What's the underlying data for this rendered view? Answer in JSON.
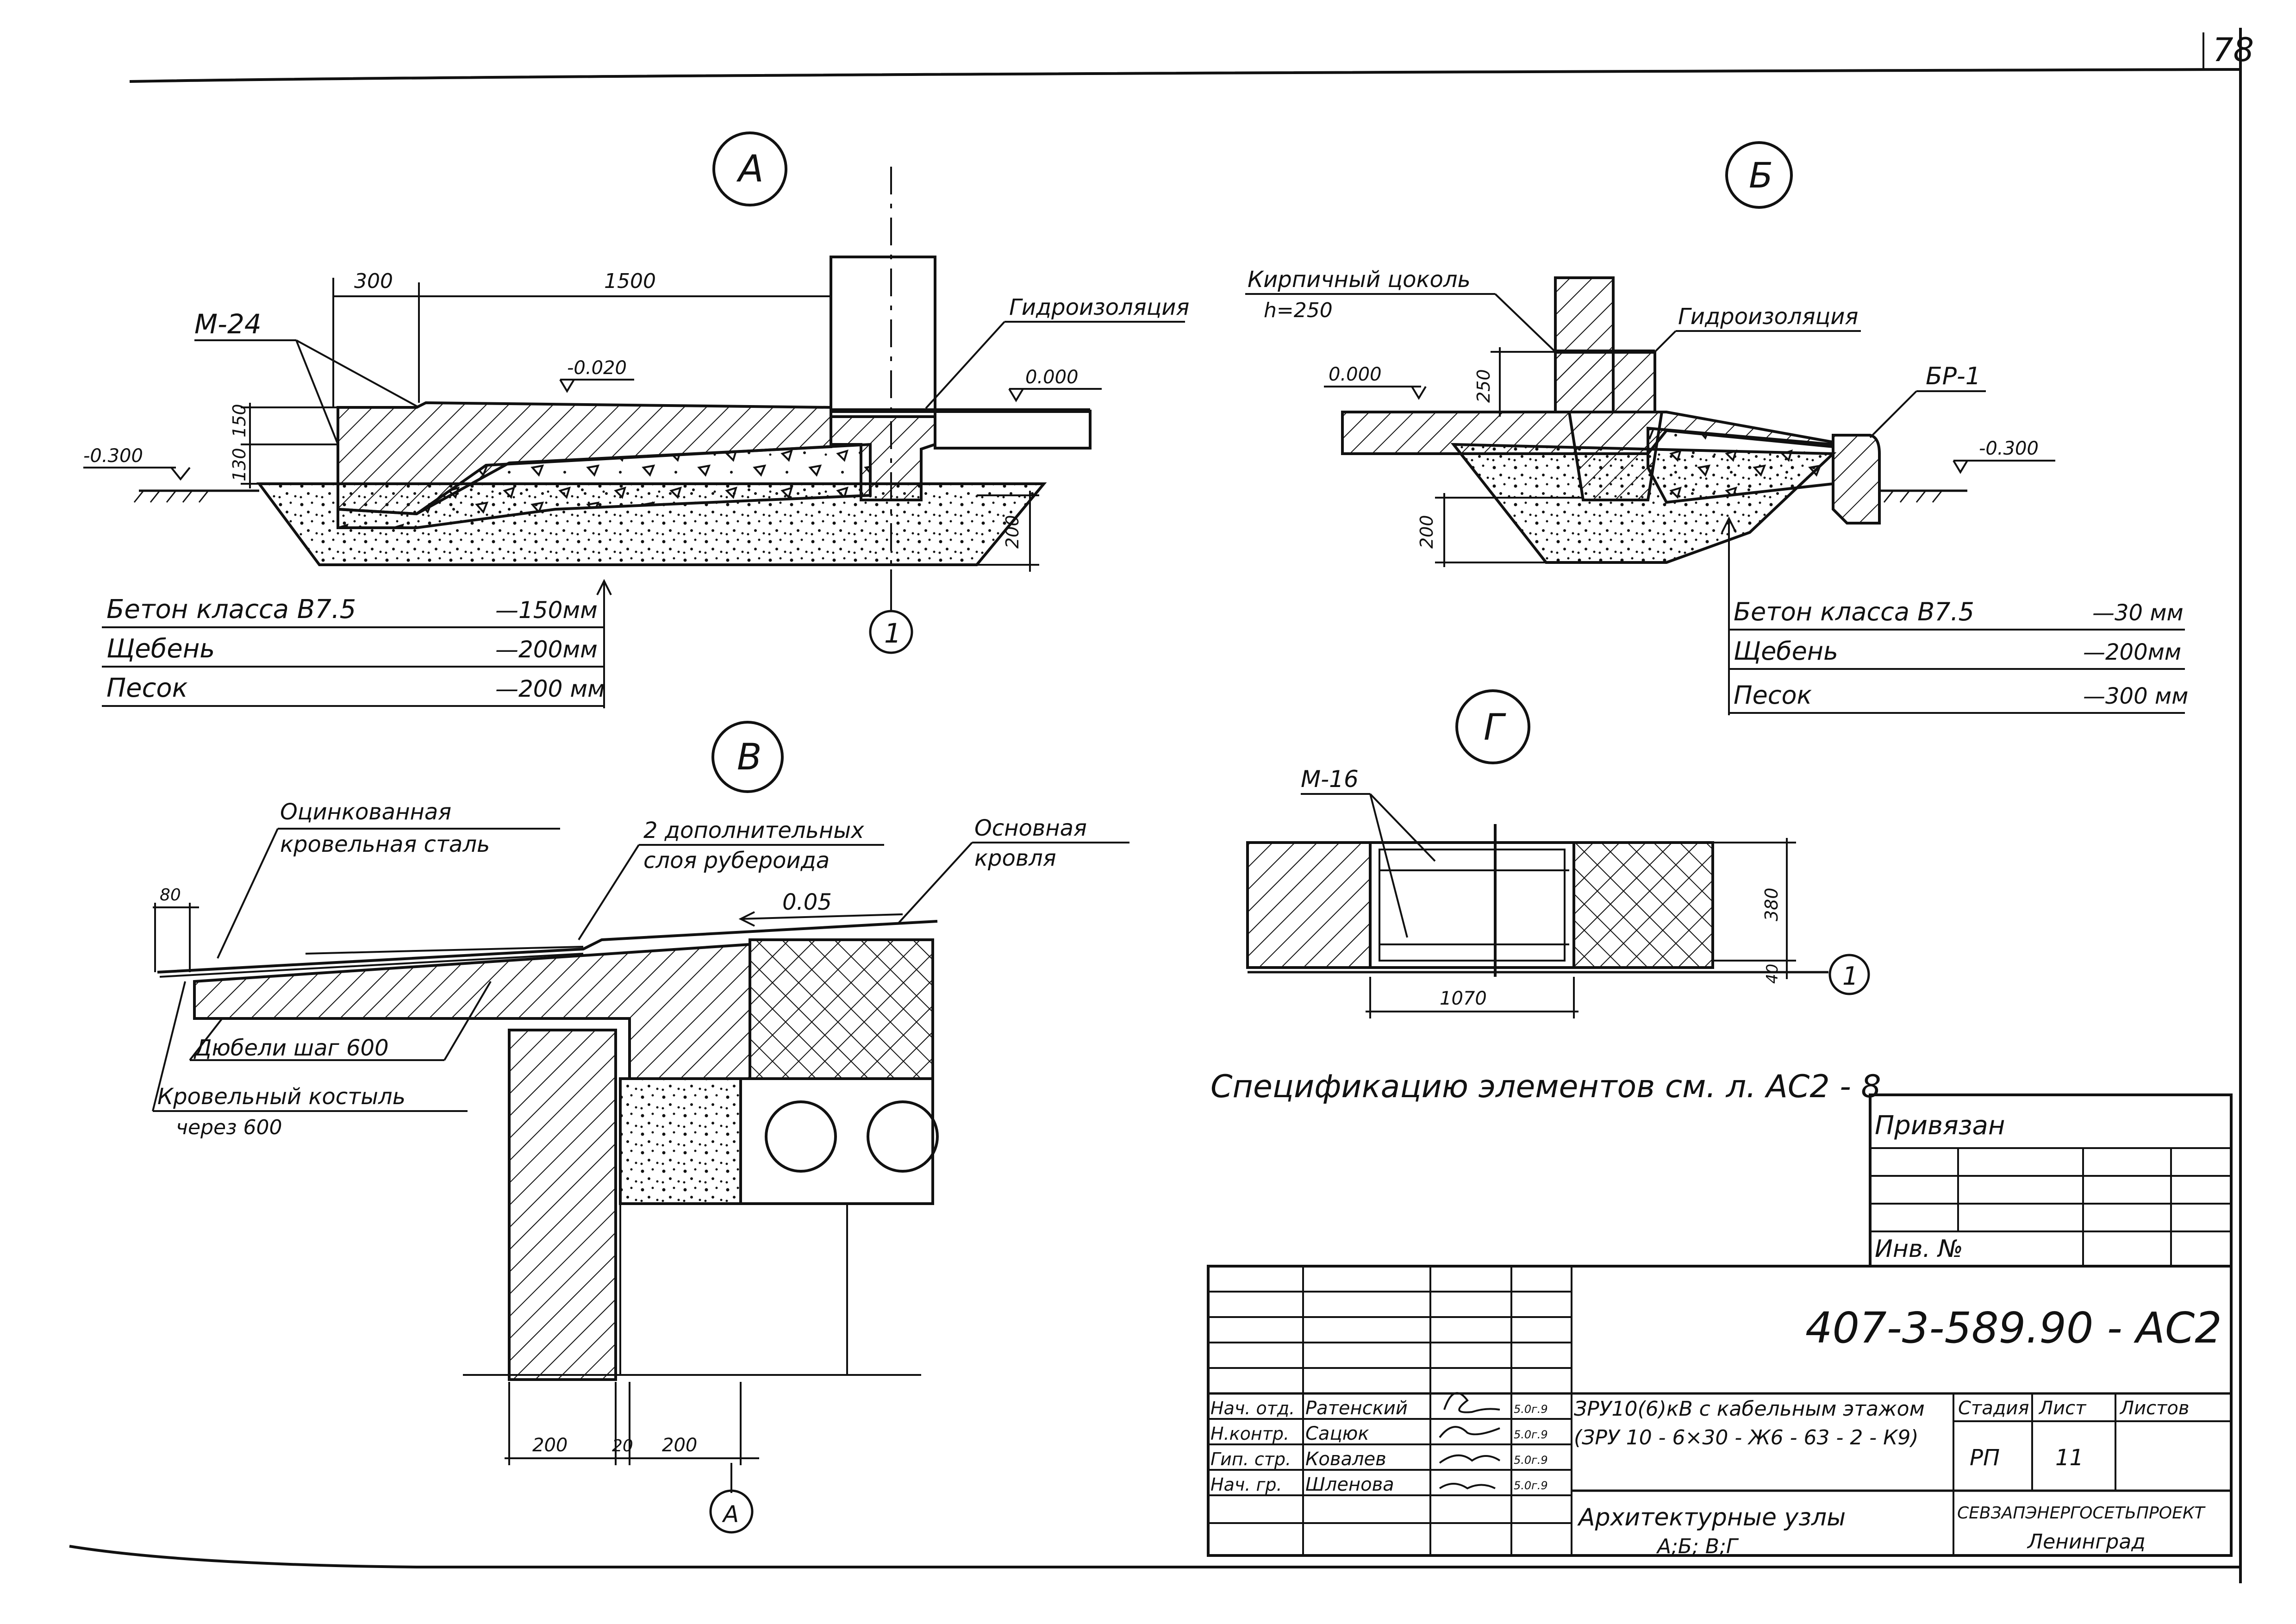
{
  "sheet": {
    "page_number": "78",
    "spec_note": "Спецификацию элементов см. л. АС2 - 8"
  },
  "detail_a": {
    "label": "А",
    "axis": "1",
    "mark": "М-24",
    "hydro": "Гидроизоляция",
    "lev_m0300": "-0.300",
    "lev_m0020": "-0.020",
    "lev_0000": "0.000",
    "dim_300": "300",
    "dim_1500": "1500",
    "dim_150": "150",
    "dim_130": "130",
    "dim_200": "200",
    "layers": [
      {
        "name": "Бетон класса В7.5",
        "value": "—150мм"
      },
      {
        "name": "Щебень",
        "value": "—200мм"
      },
      {
        "name": "Песок",
        "value": "—200 мм"
      }
    ]
  },
  "detail_b": {
    "label": "Б",
    "plinth_1": "Кирпичный цоколь",
    "plinth_2": "h=250",
    "hydro": "Гидроизоляция",
    "curb": "БР-1",
    "lev_0000": "0.000",
    "lev_m0300": "-0.300",
    "dim_250": "250",
    "dim_200": "200",
    "layers": [
      {
        "name": "Бетон класса В7.5",
        "value": "—30 мм"
      },
      {
        "name": "Щебень",
        "value": "—200мм"
      },
      {
        "name": "Песок",
        "value": "—300 мм"
      }
    ]
  },
  "detail_v": {
    "label": "В",
    "axis": "А",
    "galv_1": "Оцинкованная",
    "galv_2": "кровельная сталь",
    "extra_1": "2 дополнительных",
    "extra_2": "слоя рубероида",
    "main_1": "Основная",
    "main_2": "кровля",
    "slope": "0.05",
    "dowels": "Дюбели шаг 600",
    "crutch_1": "Кровельный костыль",
    "crutch_2": "через 600",
    "dim_80": "80",
    "dim_200a": "200",
    "dim_20": "20",
    "dim_200b": "200"
  },
  "detail_g": {
    "label": "Г",
    "axis": "1",
    "mark": "М-16",
    "dim_380": "380",
    "dim_40": "40",
    "dim_1070": "1070"
  },
  "title_block": {
    "bound_label": "Привязан",
    "inv_label": "Инв. №",
    "doc_code": "407-3-589.90 - АС2",
    "object_line1": "ЗРУ10(6)кВ с кабельным этажом",
    "object_line2": "(ЗРУ 10 - 6×30 - Ж6 - 63 - 2 - К9)",
    "sheet_title_1": "Архитектурные узлы",
    "sheet_title_2": "А;Б; В;Г",
    "stage_h": "Стадия",
    "sheet_h": "Лист",
    "sheets_h": "Листов",
    "stage_v": "РП",
    "sheet_v": "11",
    "org_1": "СЕВЗАПЭНЕРГОСЕТЬПРОЕКТ",
    "org_2": "Ленинград",
    "rows": [
      {
        "role": "Нач. отд.",
        "name": "Ратенский",
        "date": "5.0г.9"
      },
      {
        "role": "Н.контр.",
        "name": "Сацюк",
        "date": "5.0г.9"
      },
      {
        "role": "Гип. стр.",
        "name": "Ковалев",
        "date": "5.0г.9"
      },
      {
        "role": "Нач. гр.",
        "name": "Шленова",
        "date": "5.0г.9"
      }
    ]
  }
}
